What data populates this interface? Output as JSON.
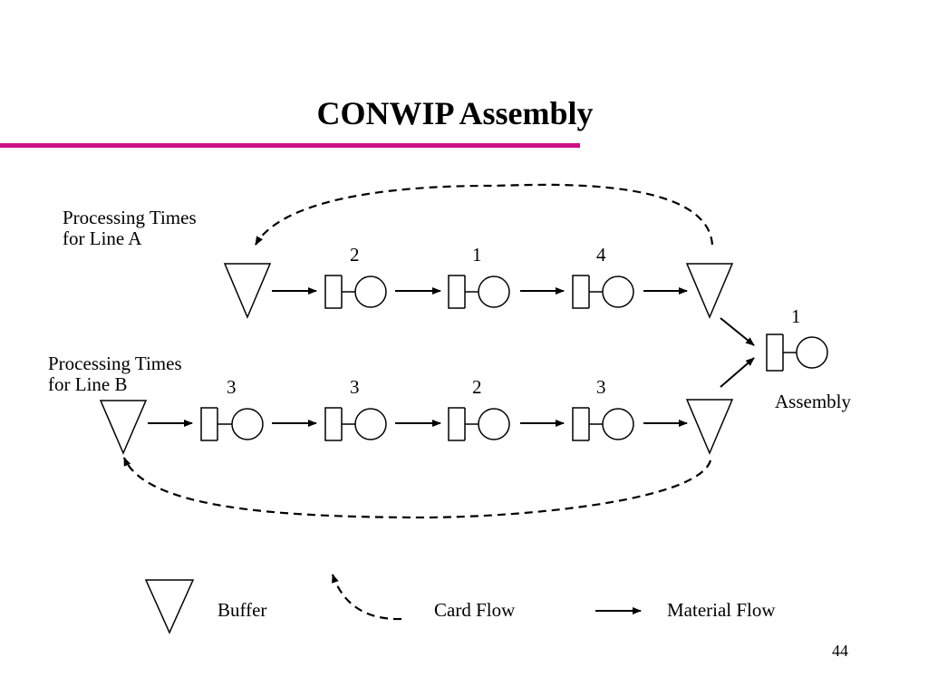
{
  "slide": {
    "title": "CONWIP Assembly",
    "page_number": "44",
    "accent_color": "#cc1188"
  },
  "line_a": {
    "label": [
      "Processing Times",
      "for Line A"
    ],
    "processing_times": [
      "2",
      "1",
      "4"
    ]
  },
  "line_b": {
    "label": [
      "Processing Times",
      "for Line B"
    ],
    "processing_times": [
      "3",
      "3",
      "2",
      "3"
    ]
  },
  "assembly": {
    "processing_time": "1",
    "label": "Assembly"
  },
  "legend": {
    "buffer_label": "Buffer",
    "card_flow_label": "Card Flow",
    "material_flow_label": "Material Flow"
  }
}
